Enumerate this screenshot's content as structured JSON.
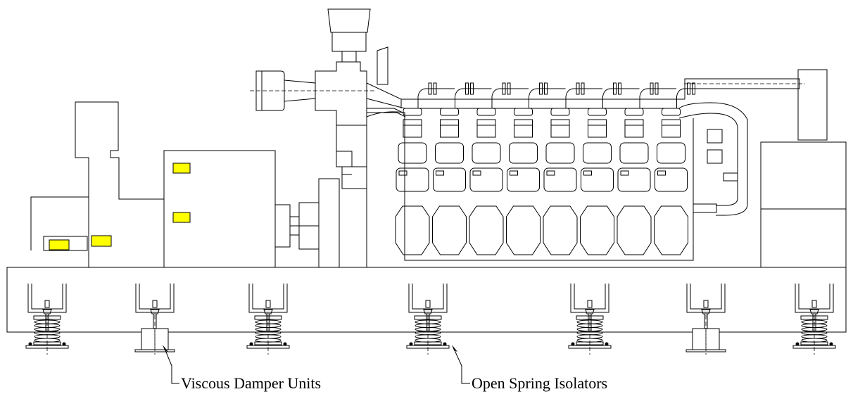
{
  "diagram": {
    "labels": {
      "viscous_damper": "Viscous Damper Units",
      "open_spring": "Open Spring Isolators"
    },
    "isolators": [
      {
        "kind": "spring"
      },
      {
        "kind": "damper"
      },
      {
        "kind": "spring"
      },
      {
        "kind": "spring"
      },
      {
        "kind": "spring"
      },
      {
        "kind": "damper"
      },
      {
        "kind": "spring"
      }
    ],
    "engine": {
      "cylinders": 8
    },
    "colors": {
      "indicator": "#ffff00",
      "line": "#000000",
      "background": "#ffffff"
    }
  }
}
